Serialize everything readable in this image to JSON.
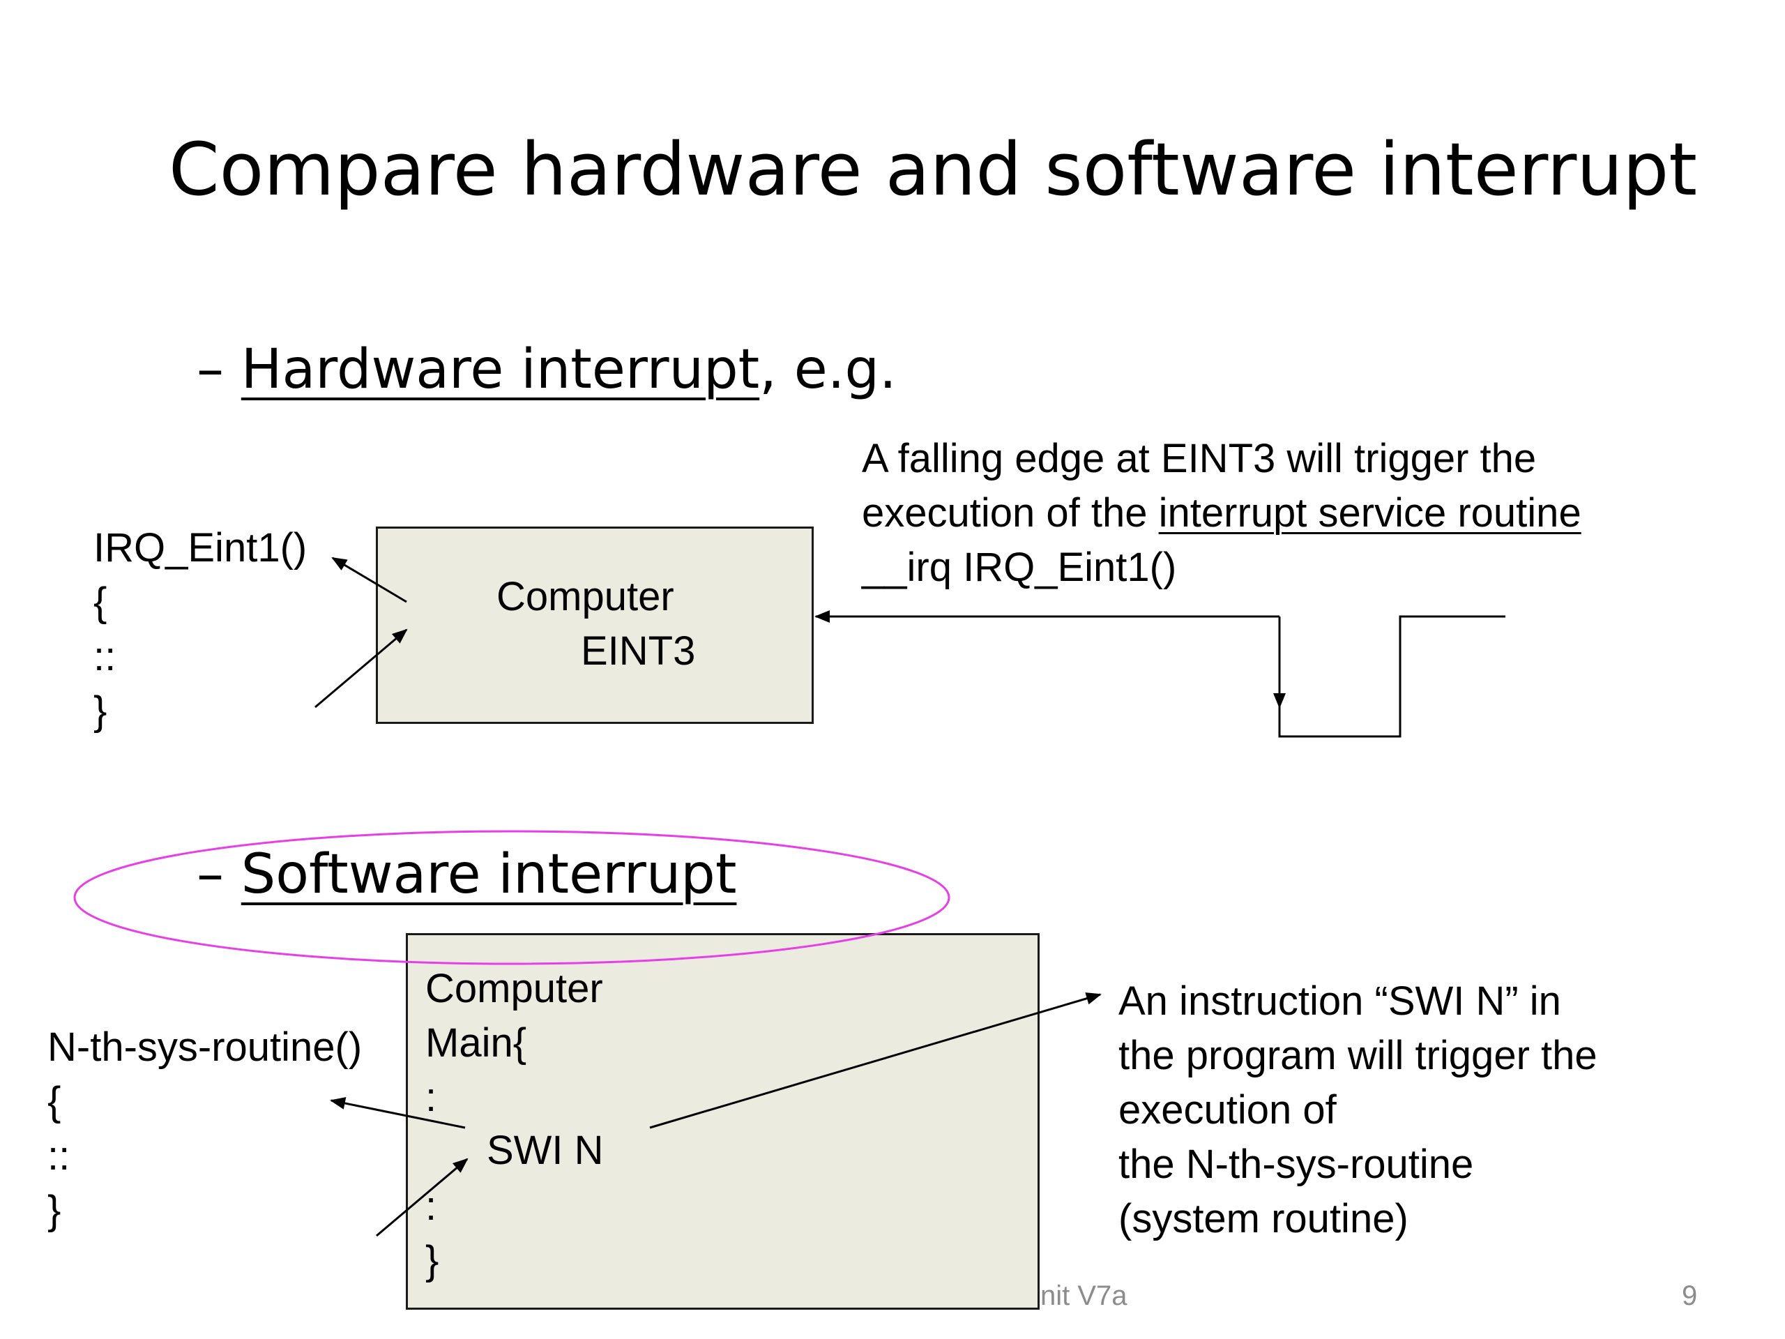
{
  "slide": {
    "title": "Compare hardware and software interrupt",
    "hardware": {
      "dash": "–",
      "heading": "Hardware interrupt",
      "heading_suffix": ", e.g.",
      "code": {
        "name": "IRQ_Eint1()",
        "open": "{",
        "body": "::",
        "close": "}"
      },
      "box": {
        "line1": "Computer",
        "line2": "EINT3"
      },
      "note": {
        "line1": "A falling edge at EINT3 will trigger the",
        "line2_prefix": "execution of the ",
        "line2_link": "interrupt service routine",
        "line3": "__irq IRQ_Eint1()"
      }
    },
    "software": {
      "dash": "–",
      "heading": "Software interrupt",
      "code": {
        "name": "N-th-sys-routine()",
        "open": "{",
        "body": "::",
        "close": "}"
      },
      "box": {
        "line1": "Computer",
        "line2": "Main{",
        "line3": ":",
        "instruction": "SWI N",
        "line5": ":",
        "line6": "}"
      },
      "note": {
        "line1": "An instruction “SWI N” in",
        "line2": "the program will trigger the",
        "line3": "execution of",
        "line4": "the N-th-sys-routine",
        "line5": "(system routine)"
      }
    },
    "footer": {
      "fragment": "nit V7a",
      "page": "9"
    },
    "colors": {
      "box_fill": "#ecebe0",
      "highlight": "#e83ee8",
      "footer_text": "#8c8c8c"
    }
  }
}
